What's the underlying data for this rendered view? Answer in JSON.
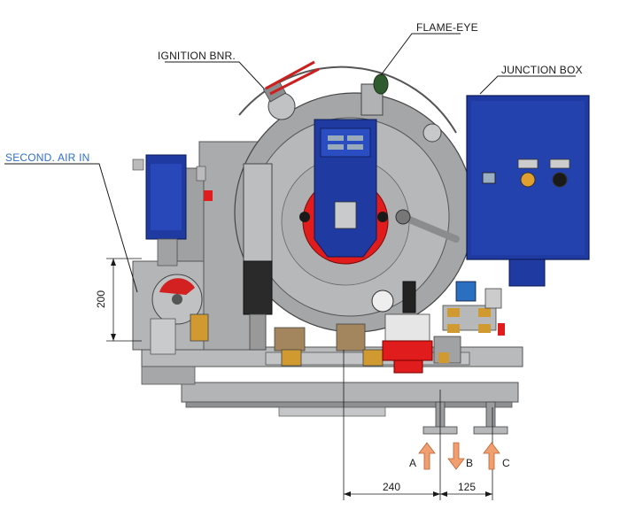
{
  "labels": {
    "ignition": "IGNITION BNR.",
    "flame_eye": "FLAME-EYE",
    "junction_box": "JUNCTION BOX",
    "second_air": "SECOND. AIR IN"
  },
  "dimensions": {
    "height_200": "200",
    "width_240": "240",
    "width_125": "125"
  },
  "ports": {
    "a": "A",
    "b": "B",
    "c": "C"
  },
  "colors": {
    "body_gray": "#a7a9ab",
    "dark_gray": "#6f7173",
    "blue": "#1f3aa0",
    "red": "#e01c1c",
    "arrow": "#f0a070",
    "label_blue": "#2f6fd0"
  }
}
